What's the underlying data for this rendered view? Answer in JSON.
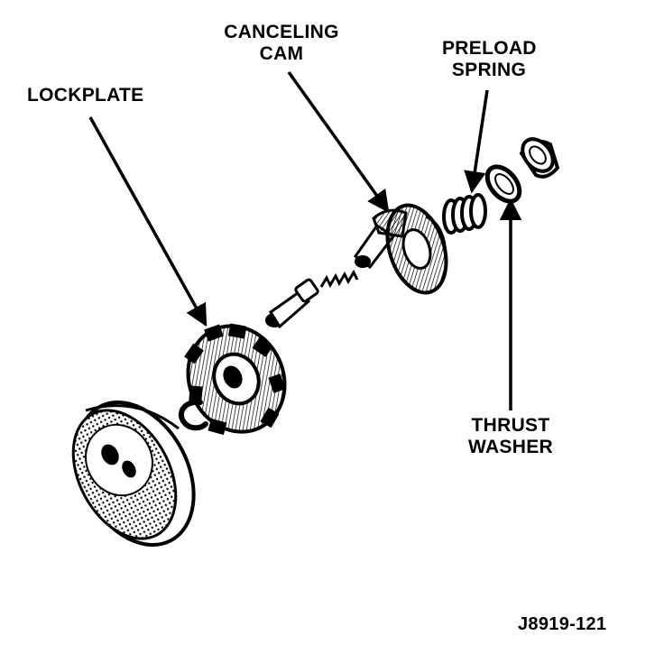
{
  "labels": {
    "canceling_cam": {
      "line1": "CANCELING",
      "line2": "CAM"
    },
    "preload_spring": {
      "line1": "PRELOAD",
      "line2": "SPRING"
    },
    "lockplate": "LOCKPLATE",
    "thrust_washer": {
      "line1": "THRUST",
      "line2": "WASHER"
    }
  },
  "figure_id": "J8919-121",
  "colors": {
    "ink": "#000000",
    "paper": "#ffffff"
  }
}
